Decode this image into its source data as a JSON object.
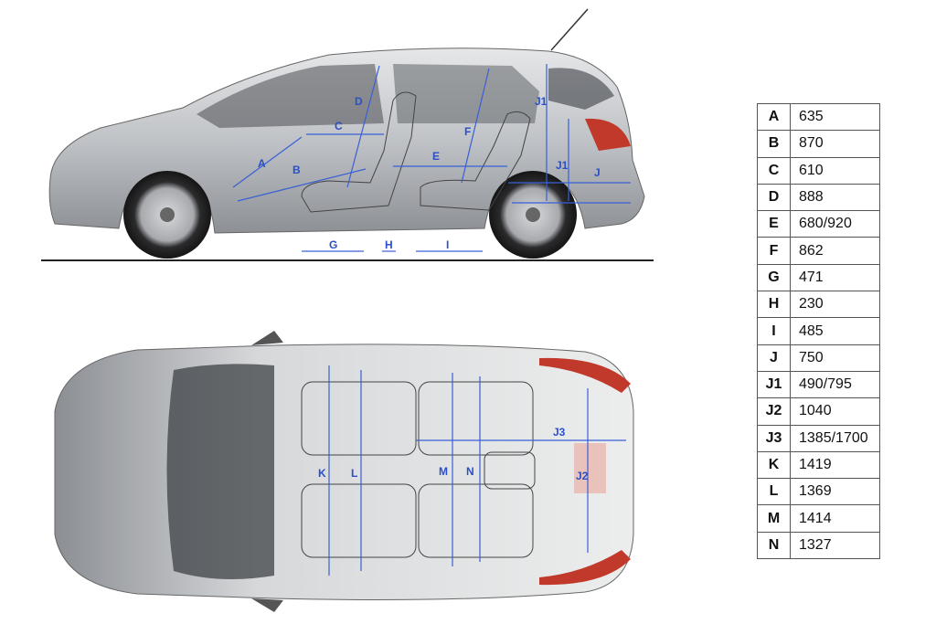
{
  "side_view_labels": {
    "A": "A",
    "B": "B",
    "C": "C",
    "D": "D",
    "E": "E",
    "F": "F",
    "G": "G",
    "H": "H",
    "I": "I",
    "J": "J",
    "J1a": "J1",
    "J1b": "J1"
  },
  "top_view_labels": {
    "J2": "J2",
    "J3": "J3",
    "K": "K",
    "L": "L",
    "M": "M",
    "N": "N"
  },
  "colors": {
    "dimension": "#3a5fd6",
    "body": "#b9bcc0",
    "tail_light": "#c0392b"
  },
  "dimensions": [
    {
      "key": "A",
      "value": "635"
    },
    {
      "key": "B",
      "value": "870"
    },
    {
      "key": "C",
      "value": "610"
    },
    {
      "key": "D",
      "value": "888"
    },
    {
      "key": "E",
      "value": "680/920"
    },
    {
      "key": "F",
      "value": "862"
    },
    {
      "key": "G",
      "value": "471"
    },
    {
      "key": "H",
      "value": "230"
    },
    {
      "key": "I",
      "value": "485"
    },
    {
      "key": "J",
      "value": "750"
    },
    {
      "key": "J1",
      "value": "490/795"
    },
    {
      "key": "J2",
      "value": "1040"
    },
    {
      "key": "J3",
      "value": "1385/1700"
    },
    {
      "key": "K",
      "value": "1419"
    },
    {
      "key": "L",
      "value": "1369"
    },
    {
      "key": "M",
      "value": "1414"
    },
    {
      "key": "N",
      "value": "1327"
    }
  ]
}
